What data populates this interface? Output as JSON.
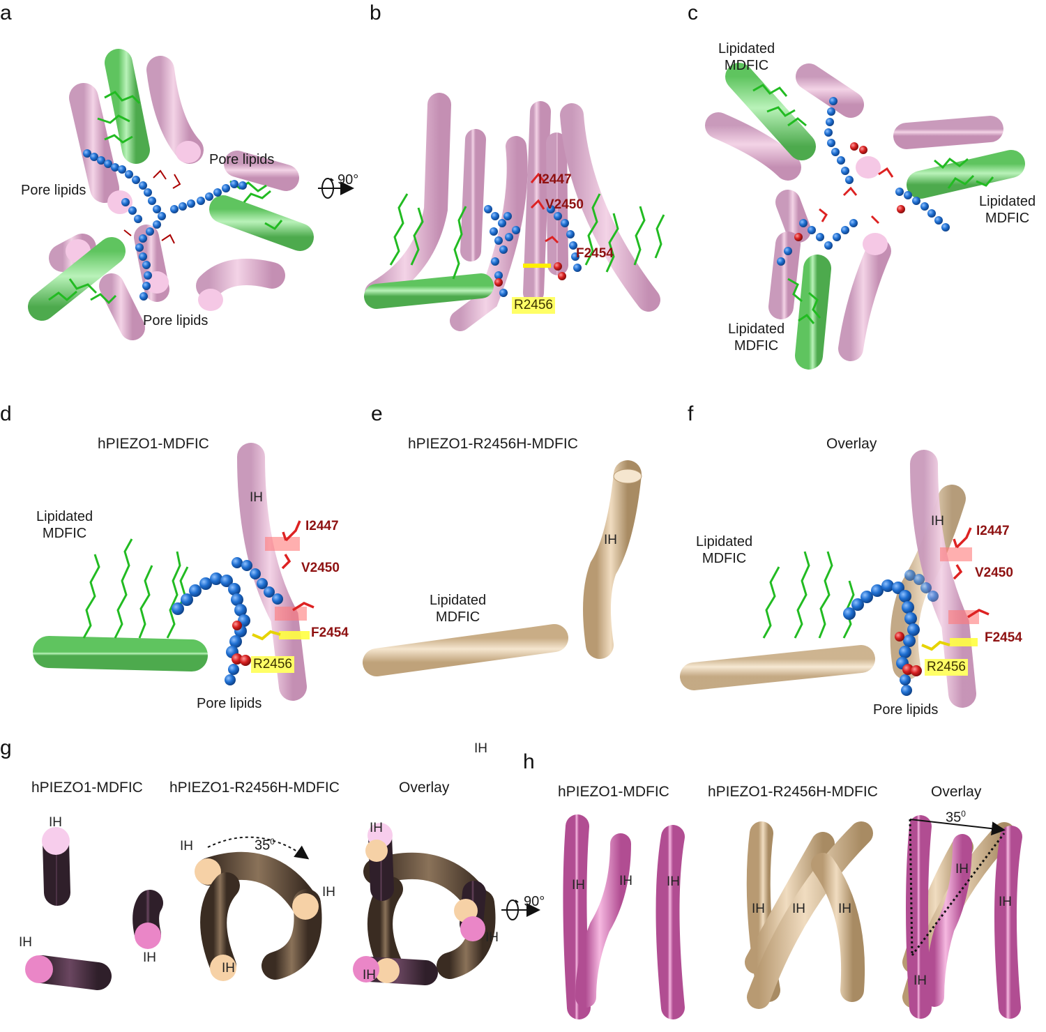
{
  "panels": {
    "a": {
      "letter": "a",
      "labels": [
        "Pore lipids",
        "Pore lipids",
        "Pore lipids"
      ]
    },
    "rotate_top": "90°",
    "b": {
      "letter": "b",
      "residues": [
        "I2447",
        "V2450",
        "F2454"
      ],
      "highlight": "R2456"
    },
    "c": {
      "letter": "c",
      "labels": [
        "Lipidated\nMDFIC",
        "Lipidated\nMDFIC",
        "Lipidated\nMDFIC"
      ]
    },
    "d": {
      "letter": "d",
      "title": "hPIEZO1-MDFIC",
      "helix": "IH",
      "lipidated": "Lipidated\nMDFIC",
      "residues": [
        "I2447",
        "V2450",
        "F2454"
      ],
      "highlight": "R2456",
      "pore": "Pore lipids"
    },
    "e": {
      "letter": "e",
      "title": "hPIEZO1-R2456H-MDFIC",
      "helix": "IH",
      "lipidated": "Lipidated\nMDFIC"
    },
    "f": {
      "letter": "f",
      "title": "Overlay",
      "helix": "IH",
      "lipidated": "Lipidated\nMDFIC",
      "residues": [
        "I2447",
        "V2450",
        "F2454"
      ],
      "highlight": "R2456",
      "pore": "Pore lipids"
    },
    "g": {
      "letter": "g",
      "stray_ih": "IH",
      "titles": [
        "hPIEZO1-MDFIC",
        "hPIEZO1-R2456H-MDFIC",
        "Overlay"
      ],
      "ih": "IH",
      "angle_base": "35",
      "angle_sup": "0"
    },
    "rotate_bottom": "90°",
    "h": {
      "letter": "h",
      "titles": [
        "hPIEZO1-MDFIC",
        "hPIEZO1-R2456H-MDFIC",
        "Overlay"
      ],
      "ih": "IH",
      "angle_base": "35",
      "angle_sup": "0"
    }
  },
  "colors": {
    "pink": "#e8b8d6",
    "pink_dark": "#c58fb2",
    "green": "#8fe08f",
    "blue": "#1f6fd1",
    "red_residue": "#cc1111",
    "tan": "#e9d2b0",
    "brown_dark": "#4a3a2e",
    "magenta": "#e07bbf"
  }
}
